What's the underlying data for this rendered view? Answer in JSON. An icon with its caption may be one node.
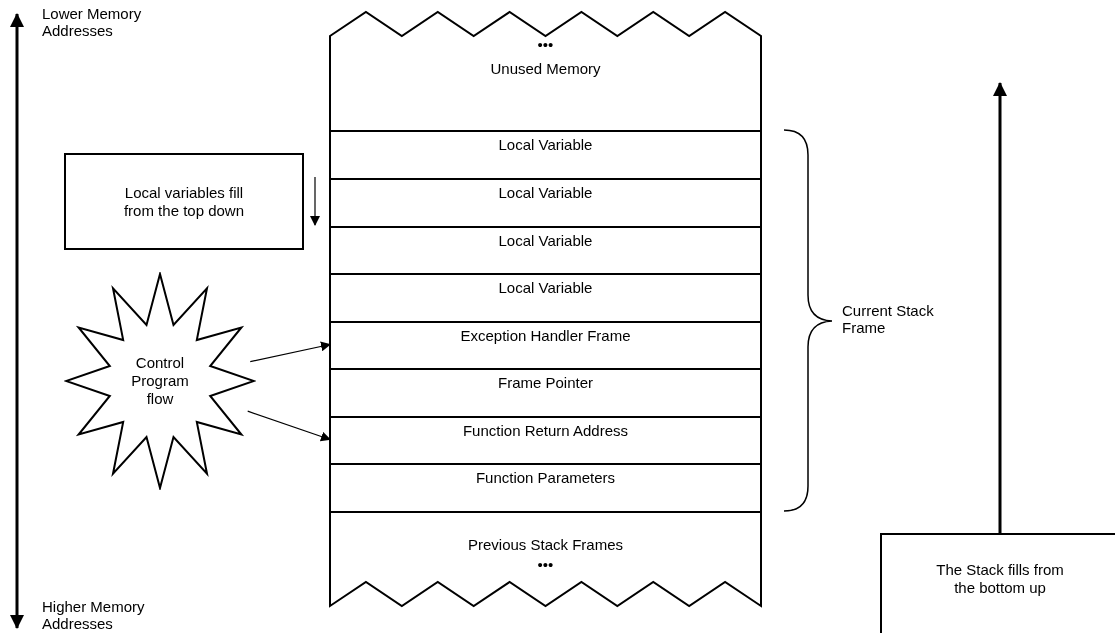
{
  "diagram": {
    "nodes": [
      {
        "text": [
          "•••",
          "Unused Memory"
        ]
      },
      {
        "text": [
          "Local Variable"
        ]
      },
      {
        "text": [
          "Local Variable"
        ]
      },
      {
        "text": [
          "Local Variable"
        ]
      },
      {
        "text": [
          "Local Variable"
        ]
      },
      {
        "text": [
          "Exception Handler Frame"
        ]
      },
      {
        "text": [
          "Frame Pointer"
        ]
      },
      {
        "text": [
          "Function Return Address"
        ]
      },
      {
        "text": [
          "Function Parameters"
        ]
      },
      {
        "text": [
          "Previous Stack Frames",
          "•••"
        ]
      },
      {
        "text": [
          "Local variables fill from the top down"
        ]
      },
      {
        "text": [
          "Control Program flow"
        ]
      },
      {
        "text": [
          "The Stack fills from the bottom up"
        ]
      }
    ],
    "edges": [
      {
        "from": 11,
        "to": 5,
        "arrow": "to"
      },
      {
        "from": 11,
        "to": 7,
        "arrow": "to"
      },
      {
        "from": 12,
        "to": null,
        "arrow": "to",
        "style": "thick"
      }
    ],
    "labels": [
      "Lower Memory Addresses",
      "Current Stack Frame",
      "Higher Memory Addresses"
    ]
  }
}
